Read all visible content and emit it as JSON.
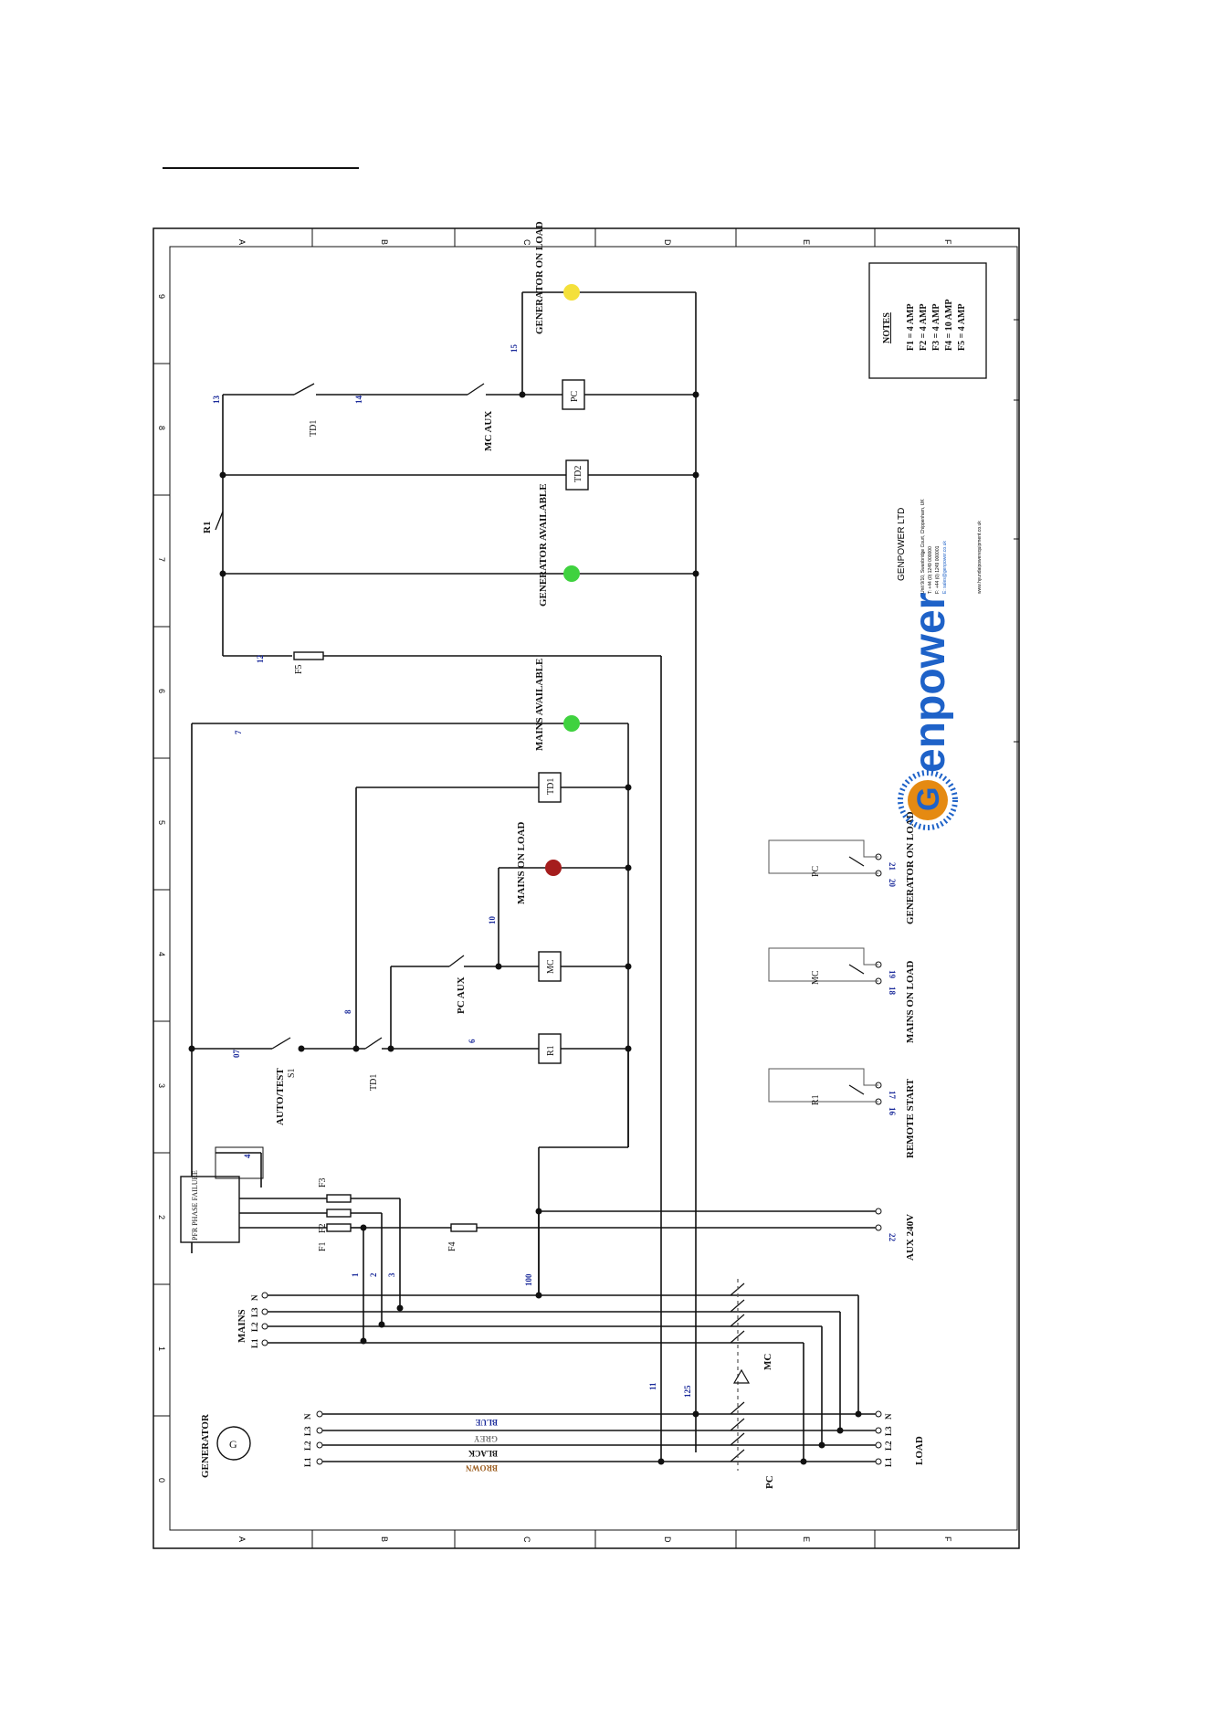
{
  "page": {
    "accent_line_color": "#111111"
  },
  "border": {
    "columns": [
      "A",
      "B",
      "C",
      "D",
      "E",
      "F"
    ],
    "rows": [
      "0",
      "1",
      "2",
      "3",
      "4",
      "5",
      "6",
      "7",
      "8",
      "9"
    ]
  },
  "labels": {
    "generator": "GENERATOR",
    "generator_symbol": "G",
    "load": "LOAD",
    "mains": "MAINS",
    "pc": "PC",
    "mc": "MC",
    "pfr": "PFR PHASE FAILURE",
    "f1": "F1",
    "f2": "F2",
    "f3": "F3",
    "f4": "F4",
    "f5": "F5",
    "aux_240v": "AUX 240V",
    "auto_test": "AUTO/TEST",
    "s1": "S1",
    "pc_aux": "PC AUX",
    "mc_aux": "MC AUX",
    "r1": "R1",
    "td1": "TD1",
    "td2": "TD2",
    "mains_on_load": "MAINS ON LOAD",
    "mains_available": "MAINS AVAILABLE",
    "generator_available": "GENERATOR AVAILABLE",
    "generator_on_load": "GENERATOR ON LOAD",
    "remote_start": "REMOTE START",
    "mains_on_load_contact": "MAINS ON LOAD",
    "generator_on_load_contact": "GENERATOR ON LOAD"
  },
  "cable_colors": {
    "brown": "BROWN",
    "black": "BLACK",
    "grey": "GREY",
    "blue": "BLUE"
  },
  "phase_labels": {
    "l1": "L1",
    "l2": "L2",
    "l3": "L3",
    "n": "N"
  },
  "wire_numbers": {
    "w1": "1",
    "w2": "2",
    "w3": "3",
    "w4": "4",
    "w6": "6",
    "w7": "7",
    "w8": "8",
    "w07": "07",
    "w10": "10",
    "w11": "11",
    "w12": "12",
    "w13": "13",
    "w14": "14",
    "w15": "15",
    "w16": "16",
    "w17": "17",
    "w18": "18",
    "w19": "19",
    "w20": "20",
    "w21": "21",
    "w22": "22",
    "w100": "100",
    "w125": "125"
  },
  "notes": {
    "title": "NOTES",
    "lines": [
      "F1 = 4 AMP",
      "F2 = 4 AMP",
      "F3 = 4 AMP",
      "F4 = 10 AMP",
      "F5 = 4 AMP"
    ]
  },
  "company": {
    "name": "GENPOWER LTD",
    "logo_letter": "G",
    "logo_rest": "enpower",
    "address": "Unit 9/10, Swanbridge Court, Chippenham, UK",
    "tel": "T: +44 (0) 1249 000000",
    "fax": "F: +44 (0) 1249 000001",
    "email": "E: sales@genpower.co.uk",
    "web": "www.hyundaipowerequipment.co.uk"
  },
  "colors": {
    "lamp_yellow": "#f4e03a",
    "lamp_green": "#3fd23f",
    "lamp_red": "#a51d1d",
    "logo_orange": "#e58a12",
    "logo_blue": "#1e62c8",
    "wire_label_blue": "#1a2a9a",
    "brown_text": "#9a5a1a"
  }
}
